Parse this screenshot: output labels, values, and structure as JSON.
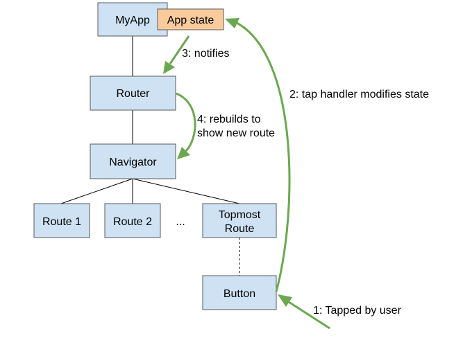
{
  "nodes": {
    "myapp": "MyApp",
    "app_state": "App state",
    "router": "Router",
    "navigator": "Navigator",
    "route1": "Route 1",
    "route2": "Route 2",
    "ellipsis": "...",
    "topmost_line1": "Topmost",
    "topmost_line2": "Route",
    "button": "Button"
  },
  "labels": {
    "step1": "1: Tapped by user",
    "step2": "2: tap handler modifies state",
    "step3": "3: notifies",
    "step4_line1": "4: rebuilds to",
    "step4_line2": "show new route"
  },
  "colors": {
    "node_fill": "#cfe2f3",
    "state_fill": "#f9cb9c",
    "arrow": "#6aa84f"
  }
}
